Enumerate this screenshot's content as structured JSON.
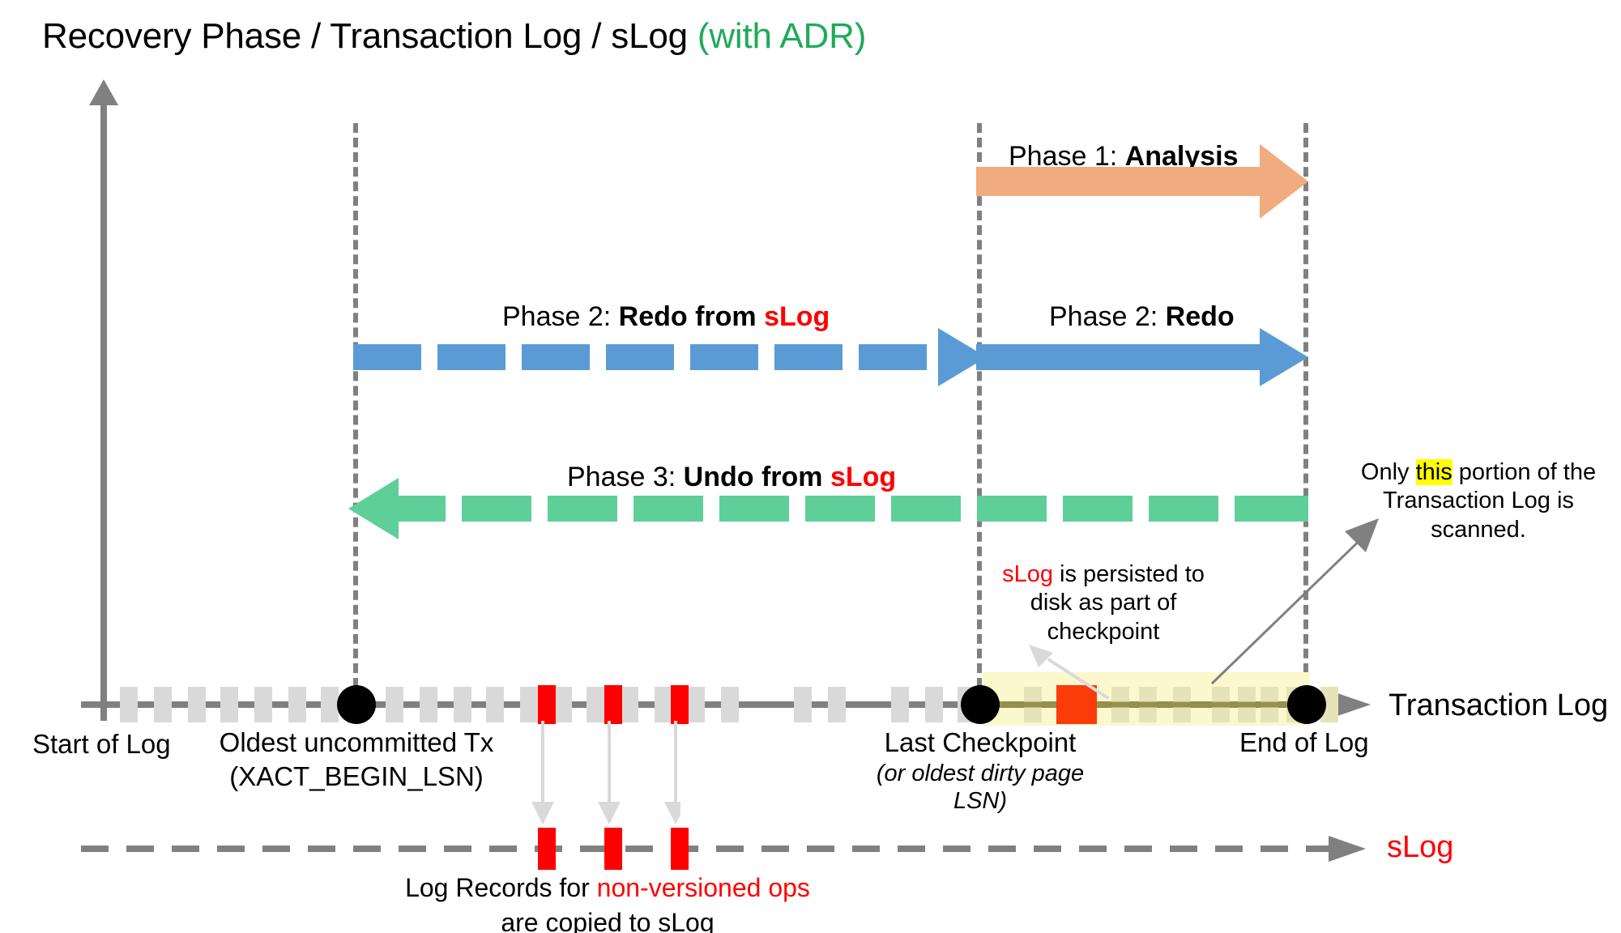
{
  "title": {
    "main": "Recovery Phase / Transaction Log / sLog ",
    "suffix": "(with ADR)"
  },
  "phases": [
    {
      "id": "analysis",
      "label_prefix": "Phase 1: ",
      "label_bold": "Analysis",
      "color": "#f0ab7e",
      "style": "solid",
      "direction": "right",
      "from": "last-checkpoint",
      "to": "end-of-log"
    },
    {
      "id": "redo-from-slog",
      "label_prefix": "Phase 2: ",
      "label_bold": "Redo from ",
      "label_red": "sLog",
      "color": "#5b9bd5",
      "style": "dashed",
      "direction": "right",
      "from": "oldest-uncommitted-tx",
      "to": "last-checkpoint"
    },
    {
      "id": "redo",
      "label_prefix": "Phase 2: ",
      "label_bold": "Redo",
      "color": "#5b9bd5",
      "style": "solid",
      "direction": "right",
      "from": "last-checkpoint",
      "to": "end-of-log"
    },
    {
      "id": "undo-from-slog",
      "label_prefix": "Phase 3: ",
      "label_bold": "Undo from ",
      "label_red": "sLog",
      "color": "#5fcf99",
      "style": "dashed",
      "direction": "left",
      "from": "end-of-log",
      "to": "oldest-uncommitted-tx"
    }
  ],
  "timeline": {
    "axis_label": "Transaction Log",
    "markers": {
      "start_of_log": "Start of Log",
      "oldest_tx_line1": "Oldest uncommitted Tx",
      "oldest_tx_line2": "(XACT_BEGIN_LSN)",
      "last_checkpoint": "Last Checkpoint",
      "last_checkpoint_sub_line1": "(or oldest dirty page",
      "last_checkpoint_sub_line2": "LSN)",
      "end_of_log": "End of Log"
    }
  },
  "slog": {
    "axis_label": "sLog",
    "caption_line1_pre": "Log Records for ",
    "caption_line1_red": "non-versioned ops",
    "caption_line2": "are copied to sLog"
  },
  "annotations": {
    "checkpoint_note": {
      "line1_red": "sLog",
      "line1_rest": " is persisted to",
      "line2": "disk as part of",
      "line3": "checkpoint"
    },
    "scan_note": {
      "pre": "Only ",
      "highlight": "this",
      "post": " portion of the",
      "line2": "Transaction Log is scanned."
    }
  },
  "colors": {
    "analysis": "#f0ab7e",
    "redo": "#5b9bd5",
    "undo": "#5fcf99",
    "log_record": "#d9d9d9",
    "non_versioned": "#ff0000",
    "checkpoint_record": "#fc3b0a",
    "scanned_band": "#fbf8cc",
    "axis": "#808080",
    "adr_green": "#1faa5a",
    "highlight": "#ffff00"
  }
}
